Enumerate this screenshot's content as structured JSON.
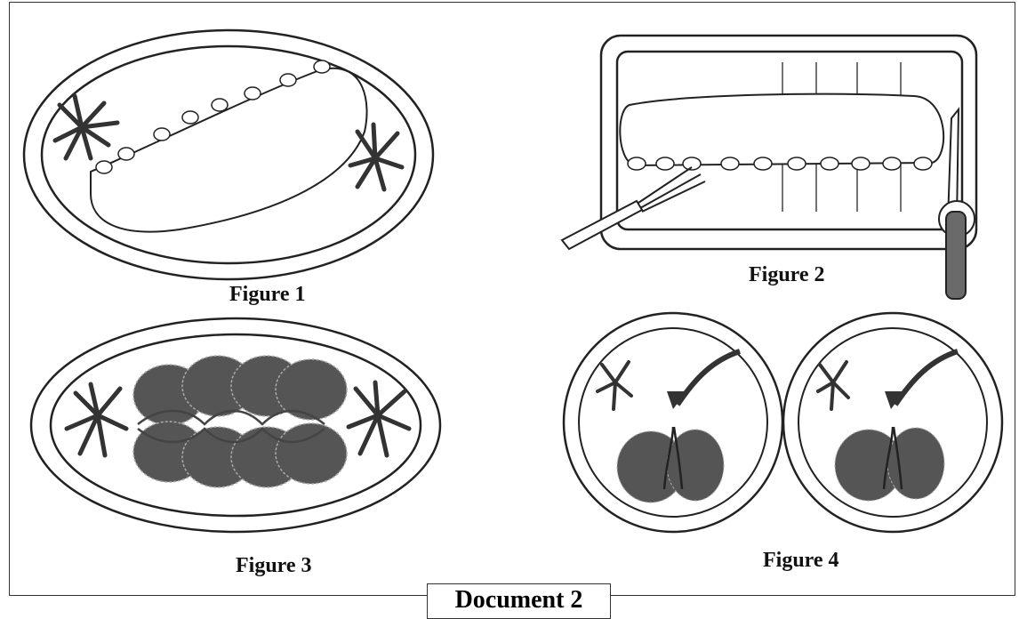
{
  "figures": [
    {
      "caption": "Figure 1"
    },
    {
      "caption": "Figure 2"
    },
    {
      "caption": "Figure 3"
    },
    {
      "caption": "Figure 4"
    }
  ],
  "document_label": "Document 2",
  "colors": {
    "line": "#222222",
    "meat": "#555555",
    "parsley": "#333333",
    "knife_handle": "#6a6a6a"
  }
}
